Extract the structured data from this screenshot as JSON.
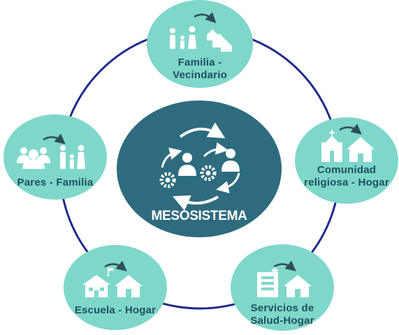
{
  "center": {
    "label": "MESOSISTEMA",
    "fill": "#2e6b7e",
    "icon": "interacting-people-gears-icon"
  },
  "ring_color": "#1e2a8a",
  "node_fill": "#7fd7ca",
  "nodes": [
    {
      "lines": [
        "Familia -",
        "Vecindario"
      ],
      "icon": "family-to-neighborhood-icon"
    },
    {
      "lines": [
        "Comunidad",
        "religiosa - Hogar"
      ],
      "icon": "church-to-home-icon"
    },
    {
      "lines": [
        "Servicios de",
        "Salud-Hogar"
      ],
      "icon": "hospital-to-home-icon"
    },
    {
      "lines": [
        "Escuela - Hogar"
      ],
      "icon": "school-to-home-icon"
    },
    {
      "lines": [
        "Pares - Familia"
      ],
      "icon": "peers-to-family-icon"
    }
  ]
}
